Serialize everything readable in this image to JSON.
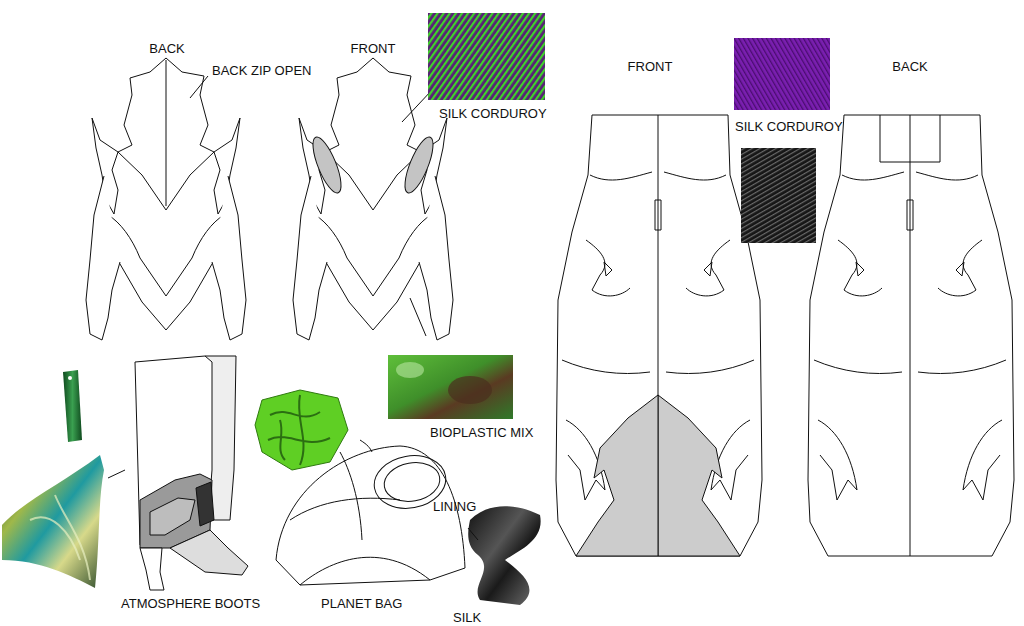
{
  "diagram": {
    "labels": [
      "BACK",
      "BACK ZIP OPEN",
      "FRONT",
      "SILK CORDUROY",
      "FRONT",
      "SILK CORDUROY",
      "BACK",
      "BIOPLASTIC MIX",
      "ATMOSPHERE BOOTS",
      "PLANET BAG",
      "LINING",
      "SILK"
    ]
  }
}
